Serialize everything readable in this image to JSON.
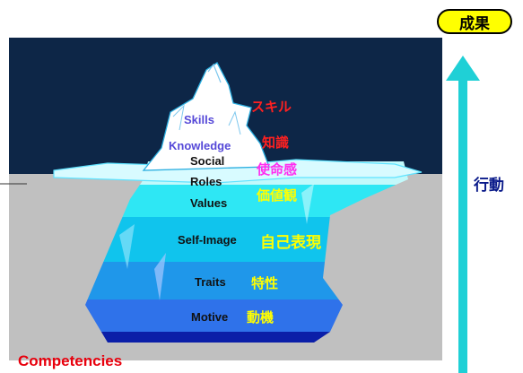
{
  "colors": {
    "sky": "#0d2647",
    "sea": "#c0c0c0",
    "skill_red": "#ff2020",
    "knowledge_blue": "#5548d8",
    "mission_magenta": "#ff2ef0",
    "yellow_jp": "#ffff00",
    "arrow": "#1fd0d6",
    "title_red": "#e8000d"
  },
  "iceberg": {
    "layers": [
      {
        "en": "Skills",
        "jp": "スキル",
        "zone": "above"
      },
      {
        "en": "Knowledge",
        "jp": "知識",
        "zone": "above"
      },
      {
        "en": "Social",
        "jp": "",
        "zone": "surface"
      },
      {
        "en": "Roles",
        "jp": "使命感",
        "zone": "surface"
      },
      {
        "en": "Values",
        "jp": "価値観",
        "zone": "below"
      },
      {
        "en": "Self-Image",
        "jp": "自己表現",
        "zone": "below"
      },
      {
        "en": "Traits",
        "jp": "特性",
        "zone": "below"
      },
      {
        "en": "Motive",
        "jp": "動機",
        "zone": "below"
      }
    ]
  },
  "result_label": "成果",
  "behavior_label": "行動",
  "footer_title": "Competencies",
  "icons": {
    "arrow": "up-arrow-icon",
    "iceberg": "iceberg-icon"
  }
}
